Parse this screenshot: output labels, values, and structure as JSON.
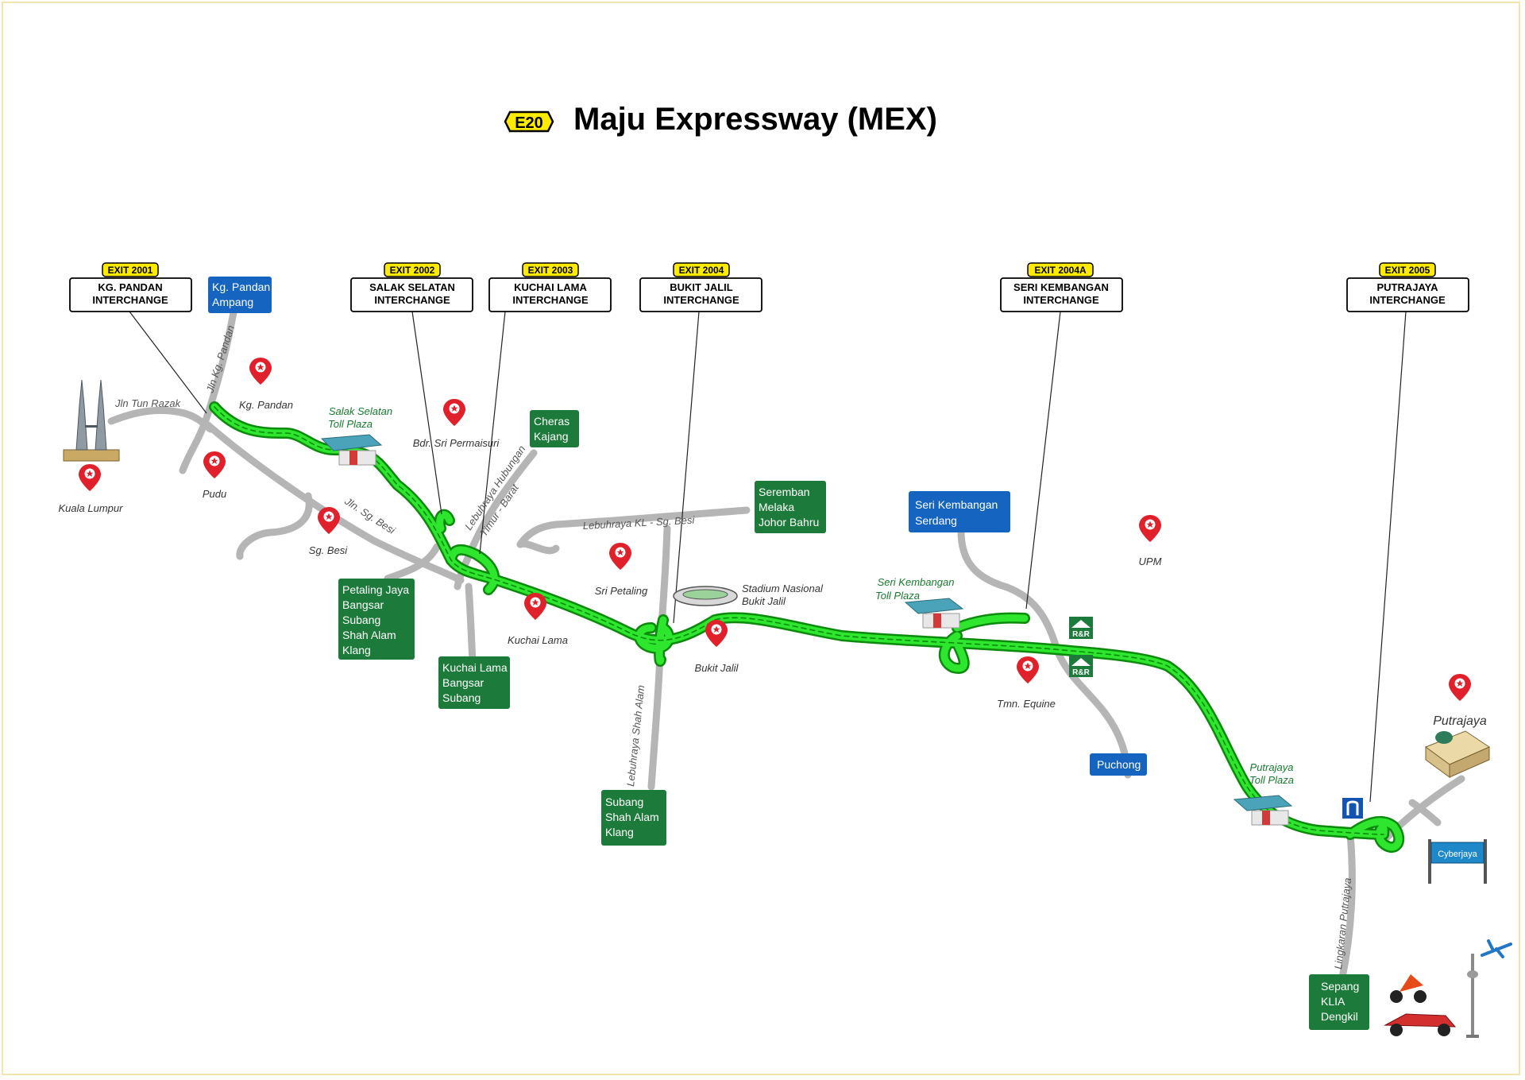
{
  "title": "Maju Expressway (MEX)",
  "route_shield": "E20",
  "colors": {
    "expressway": "#2ee62e",
    "expressway_edge": "#0b8a0b",
    "road": "#b5b5b5",
    "sign_green": "#1c7a3a",
    "sign_blue": "#1565c0",
    "exit_tag": "#ffeb00",
    "marker": "#e0202a",
    "toll_label": "#177a2e"
  },
  "exits": [
    {
      "number": "EXIT 2001",
      "line1": "KG. PANDAN",
      "line2": "INTERCHANGE"
    },
    {
      "number": "EXIT 2002",
      "line1": "SALAK SELATAN",
      "line2": "INTERCHANGE"
    },
    {
      "number": "EXIT 2003",
      "line1": "KUCHAI LAMA",
      "line2": "INTERCHANGE"
    },
    {
      "number": "EXIT 2004",
      "line1": "BUKIT JALIL",
      "line2": "INTERCHANGE"
    },
    {
      "number": "EXIT 2004A",
      "line1": "SERI KEMBANGAN",
      "line2": "INTERCHANGE"
    },
    {
      "number": "EXIT 2005",
      "line1": "PUTRAJAYA",
      "line2": "INTERCHANGE"
    }
  ],
  "destination_signs": [
    {
      "lines": [
        "Kg. Pandan",
        "Ampang"
      ],
      "color": "blue"
    },
    {
      "lines": [
        "Cheras",
        "Kajang"
      ],
      "color": "green"
    },
    {
      "lines": [
        "Seremban",
        "Melaka",
        "Johor Bahru"
      ],
      "color": "green"
    },
    {
      "lines": [
        "Petaling Jaya",
        "Bangsar",
        "Subang",
        "Shah Alam",
        "Klang"
      ],
      "color": "green"
    },
    {
      "lines": [
        "Kuchai Lama",
        "Bangsar",
        "Subang"
      ],
      "color": "green"
    },
    {
      "lines": [
        "Subang",
        "Shah Alam",
        "Klang"
      ],
      "color": "green"
    },
    {
      "lines": [
        "Seri Kembangan",
        "Serdang"
      ],
      "color": "blue"
    },
    {
      "lines": [
        "Puchong"
      ],
      "color": "blue"
    },
    {
      "lines": [
        "Sepang",
        "KLIA",
        "Dengkil"
      ],
      "color": "green"
    }
  ],
  "places": [
    "Kuala Lumpur",
    "Pudu",
    "Kg. Pandan",
    "Sg. Besi",
    "Bdr. Sri Permaisuri",
    "Sri Petaling",
    "Kuchai Lama",
    "Bukit Jalil",
    "UPM",
    "Tmn. Equine",
    "Putrajaya"
  ],
  "road_labels": [
    "Jln Tun Razak",
    "Jln Kg. Pandan",
    "Jln. Sg. Besi",
    "Lebuhraya Hubungan",
    "Timur - Barat",
    "Lebuhraya KL - Sg. Besi",
    "Lebuhraya Shah Alam",
    "Lingkaran Putrajaya"
  ],
  "toll_plazas": [
    {
      "line1": "Salak Selatan",
      "line2": "Toll Plaza"
    },
    {
      "line1": "Seri Kembangan",
      "line2": "Toll Plaza"
    },
    {
      "line1": "Putrajaya",
      "line2": "Toll Plaza"
    }
  ],
  "landmarks": {
    "stadium_line1": "Stadium Nasional",
    "stadium_line2": "Bukit Jalil",
    "rr": "R&R",
    "cyberjaya": "Cyberjaya"
  }
}
